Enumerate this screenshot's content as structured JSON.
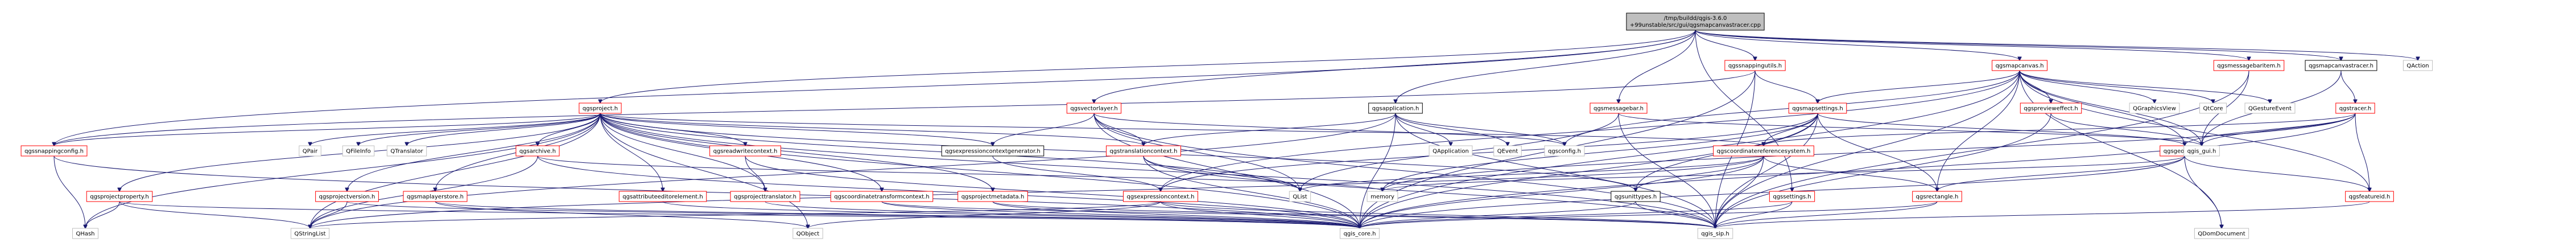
{
  "title": "",
  "root": {
    "id": "root",
    "lines": [
      "/tmp/buildd/qgis-3.6.0",
      "+99unstable/src/gui/qgsmapcanvastracer.cpp"
    ]
  },
  "nodes": [
    {
      "id": "qgsmapcanvas_h",
      "label": "qgsmapcanvas.h",
      "kind": "red"
    },
    {
      "id": "qgsmessagebaritem_h",
      "label": "qgsmessagebaritem.h",
      "kind": "red"
    },
    {
      "id": "qgsmapcanvastracer_h",
      "label": "qgsmapcanvastracer.h",
      "kind": "black"
    },
    {
      "id": "qaction",
      "label": "QAction",
      "kind": "gray"
    },
    {
      "id": "qgssnappingutils_h",
      "label": "qgssnappingutils.h",
      "kind": "red"
    },
    {
      "id": "qgsproject_h",
      "label": "qgsproject.h",
      "kind": "red"
    },
    {
      "id": "qgsvectorlayer_h",
      "label": "qgsvectorlayer.h",
      "kind": "red"
    },
    {
      "id": "qgsapplication_h",
      "label": "qgsapplication.h",
      "kind": "black"
    },
    {
      "id": "qgsmessagebar_h",
      "label": "qgsmessagebar.h",
      "kind": "red"
    },
    {
      "id": "qgsmapsettings_h",
      "label": "qgsmapsettings.h",
      "kind": "red"
    },
    {
      "id": "qgstracer_h",
      "label": "qgstracer.h",
      "kind": "red"
    },
    {
      "id": "qgspreviewseffect_h",
      "label": "qgspreviewеffect.h",
      "kind": "red"
    },
    {
      "id": "qgraphicsview",
      "label": "QGraphicsView",
      "kind": "gray"
    },
    {
      "id": "qtcore",
      "label": "QtCore",
      "kind": "gray"
    },
    {
      "id": "qgestureevent",
      "label": "QGestureEvent",
      "kind": "gray"
    },
    {
      "id": "qgssnappingconfig_h",
      "label": "qgssnappingconfig.h",
      "kind": "red"
    },
    {
      "id": "qgsprojectproperty_h",
      "label": "qgsprojectproperty.h",
      "kind": "red"
    },
    {
      "id": "qgsprojectversion_h",
      "label": "qgsprojectversion.h",
      "kind": "red"
    },
    {
      "id": "qgsmaplayerstore_h",
      "label": "qgsmaplayerstore.h",
      "kind": "red"
    },
    {
      "id": "qgsarchive_h",
      "label": "qgsarchive.h",
      "kind": "red"
    },
    {
      "id": "qgsreadwritecontext_h",
      "label": "qgsreadwritecontext.h",
      "kind": "red"
    },
    {
      "id": "qgsattributeeditorelement_h",
      "label": "qgsattributeeditorelement.h",
      "kind": "red"
    },
    {
      "id": "qgsprojecttranslator_h",
      "label": "qgsprojecttranslator.h",
      "kind": "red"
    },
    {
      "id": "qgscoordinatetransformcontext_h",
      "label": "qgscoordinatetransformcontext.h",
      "kind": "red"
    },
    {
      "id": "qgsprojectmetadata_h",
      "label": "qgsprojectmetadata.h",
      "kind": "red"
    },
    {
      "id": "qgsexpressioncontextgenerator_h",
      "label": "qgsexpressioncontextgenerator.h",
      "kind": "black"
    },
    {
      "id": "qgstranslationcontext_h",
      "label": "qgstranslationcontext.h",
      "kind": "red"
    },
    {
      "id": "qgsexpressioncontext_h",
      "label": "qgsexpressioncontext.h",
      "kind": "red"
    },
    {
      "id": "qgscoordinatereferencesystem_h",
      "label": "qgscoordinatereferencesystem.h",
      "kind": "red"
    },
    {
      "id": "qgsunittypes_h",
      "label": "qgsunittypes.h",
      "kind": "black"
    },
    {
      "id": "qgssettings_h",
      "label": "qgssettings.h",
      "kind": "red"
    },
    {
      "id": "qgsrectangle_h",
      "label": "qgsrectangle.h",
      "kind": "red"
    },
    {
      "id": "qgsgeometry_h",
      "label": "qgsgeometry.h",
      "kind": "red"
    },
    {
      "id": "qgsfeatureid_h",
      "label": "qgsfeatureid.h",
      "kind": "red"
    },
    {
      "id": "qgsconfig_h",
      "label": "qgsconfig.h",
      "kind": "gray"
    },
    {
      "id": "qgis_gui_h",
      "label": "qgis_gui.h",
      "kind": "gray"
    },
    {
      "id": "qpair",
      "label": "QPair",
      "kind": "gray"
    },
    {
      "id": "qfileinfo",
      "label": "QFileInfo",
      "kind": "gray"
    },
    {
      "id": "qtranslator",
      "label": "QTranslator",
      "kind": "gray"
    },
    {
      "id": "qapplication",
      "label": "QApplication",
      "kind": "gray"
    },
    {
      "id": "qevent",
      "label": "QEvent",
      "kind": "gray"
    },
    {
      "id": "qlist",
      "label": "QList",
      "kind": "gray"
    },
    {
      "id": "memory",
      "label": "memory",
      "kind": "gray"
    },
    {
      "id": "qhash",
      "label": "QHash",
      "kind": "gray"
    },
    {
      "id": "qstringlist",
      "label": "QStringList",
      "kind": "gray"
    },
    {
      "id": "qobject",
      "label": "QObject",
      "kind": "gray"
    },
    {
      "id": "qgis_core_h",
      "label": "qgis_core.h",
      "kind": "gray"
    },
    {
      "id": "qgis_sip_h",
      "label": "qgis_sip.h",
      "kind": "gray"
    },
    {
      "id": "qdomdocument",
      "label": "QDomDocument",
      "kind": "gray"
    }
  ]
}
